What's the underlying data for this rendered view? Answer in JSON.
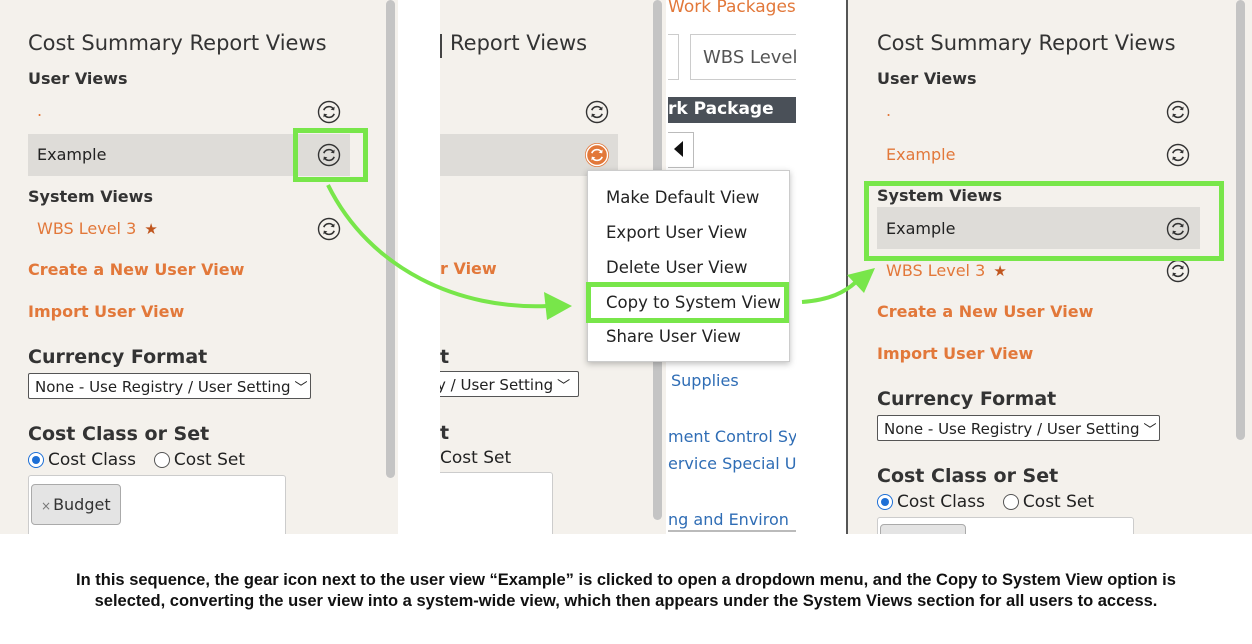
{
  "panel1": {
    "title": "Cost Summary Report Views",
    "user_views_label": "User Views",
    "user_views": [
      ".",
      "Example"
    ],
    "system_views_label": "System Views",
    "system_views": [
      "WBS Level 3"
    ],
    "create_link": "Create a New User View",
    "import_link": "Import User View",
    "currency_label": "Currency Format",
    "currency_value": "None - Use Registry / User Setting",
    "cost_class_label": "Cost Class or Set",
    "radio_cost_class": "Cost Class",
    "radio_cost_set": "Cost Set",
    "chip_label": "Budget",
    "chip_remove": "×"
  },
  "panel2": {
    "title_partial": "Report Views",
    "create_partial": "r View",
    "currency_partial": "t",
    "currency_value_partial": "y / User Setting",
    "cost_partial": "t",
    "radio_partial": "Cost Set",
    "bg_header": "Work Packages",
    "bg_wbs_input": "WBS Level",
    "bg_table_header": "rk Package",
    "bg_links": [
      "Supplies",
      "ment Control Sy",
      "ervice Special Us",
      "ng and Environ"
    ],
    "menu": {
      "items": [
        "Make Default View",
        "Export User View",
        "Delete User View",
        "Copy to System View",
        "Share User View"
      ],
      "highlighted_index": 3
    }
  },
  "panel3": {
    "title": "Cost Summary Report Views",
    "user_views_label": "User Views",
    "user_views": [
      ".",
      "Example"
    ],
    "system_views_label": "System Views",
    "system_views": [
      "Example",
      "WBS Level 3"
    ],
    "create_link": "Create a New User View",
    "import_link": "Import User View",
    "currency_label": "Currency Format",
    "currency_value": "None - Use Registry / User Setting",
    "cost_class_label": "Cost Class or Set",
    "radio_cost_class": "Cost Class",
    "radio_cost_set": "Cost Set"
  },
  "caption": "In this sequence, the gear icon next to the user view “Example” is clicked to open a dropdown menu, and the Copy to System View option is selected, converting the user view into a system-wide view, which then appears under the System Views section for all users to access.",
  "colors": {
    "accent_orange": "#e2783a",
    "highlight_green": "#78e64a",
    "panel_bg": "#f4f1ec",
    "link_blue": "#2f6db5",
    "radio_blue": "#1d6fd6"
  }
}
